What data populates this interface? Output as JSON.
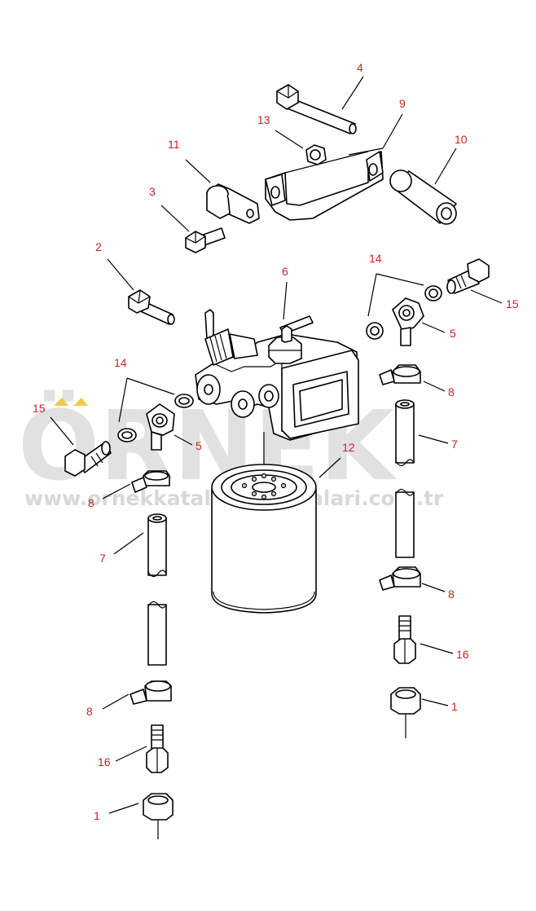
{
  "watermark": {
    "brand": "ÖRNEK",
    "url": "www.ornekkatalogmakinalari.com.tr",
    "color": "#c8c8c8",
    "accent": "#f2c94c"
  },
  "callout_color": "#cc2222",
  "callouts": [
    {
      "id": "c4",
      "label": "4"
    },
    {
      "id": "c9",
      "label": "9"
    },
    {
      "id": "c13",
      "label": "13"
    },
    {
      "id": "c11",
      "label": "11"
    },
    {
      "id": "c10",
      "label": "10"
    },
    {
      "id": "c3",
      "label": "3"
    },
    {
      "id": "c2",
      "label": "2"
    },
    {
      "id": "c6",
      "label": "6"
    },
    {
      "id": "c14r",
      "label": "14"
    },
    {
      "id": "c15r",
      "label": "15"
    },
    {
      "id": "c5r",
      "label": "5"
    },
    {
      "id": "c14l",
      "label": "14"
    },
    {
      "id": "c15l",
      "label": "15"
    },
    {
      "id": "c5l",
      "label": "5"
    },
    {
      "id": "c8r1",
      "label": "8"
    },
    {
      "id": "c7r",
      "label": "7"
    },
    {
      "id": "c12",
      "label": "12"
    },
    {
      "id": "c8l1",
      "label": "8"
    },
    {
      "id": "c7l",
      "label": "7"
    },
    {
      "id": "c8r2",
      "label": "8"
    },
    {
      "id": "c16r",
      "label": "16"
    },
    {
      "id": "c1r",
      "label": "1"
    },
    {
      "id": "c8l2",
      "label": "8"
    },
    {
      "id": "c16l",
      "label": "16"
    },
    {
      "id": "c1l",
      "label": "1"
    }
  ]
}
